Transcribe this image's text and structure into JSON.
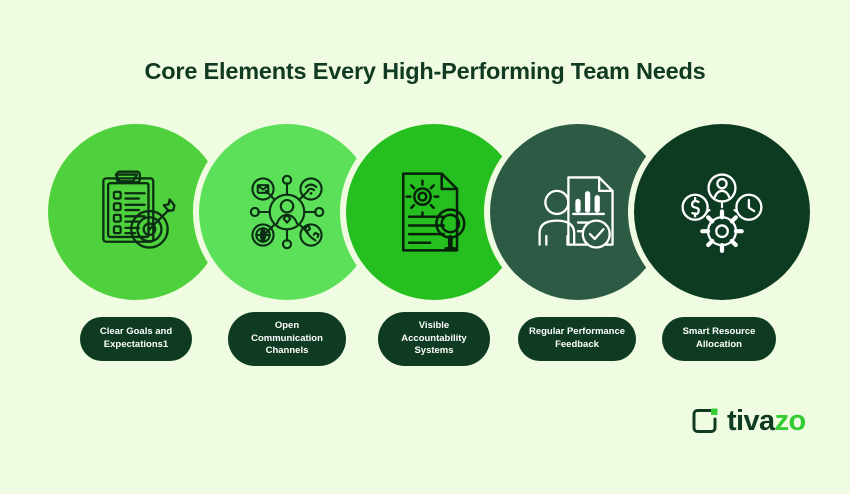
{
  "page": {
    "background_color": "#f0fce1",
    "title": "Core Elements Every High-Performing Team Needs"
  },
  "elements": [
    {
      "label": "Clear Goals and Expectations1",
      "icon": "clipboard-checklist-target-icon",
      "circle_color": "#4ed13c",
      "icon_color": "#0b2e13"
    },
    {
      "label": "Open Communication Channels",
      "icon": "communication-network-icon",
      "circle_color": "#5de059",
      "icon_color": "#0b2e13"
    },
    {
      "label": "Visible Accountability Systems",
      "icon": "document-gear-magnifier-icon",
      "circle_color": "#25bf1f",
      "icon_color": "#06200a"
    },
    {
      "label": "Regular Performance Feedback",
      "icon": "person-report-check-icon",
      "circle_color": "#2c5a44",
      "icon_color": "#ffffff"
    },
    {
      "label": "Smart Resource Allocation",
      "icon": "resource-allocation-gear-icon",
      "circle_color": "#0d3b22",
      "icon_color": "#ffffff"
    }
  ],
  "logo": {
    "mark": "tivazo-bracket-mark",
    "text_primary": "tiva",
    "text_accent": "zo",
    "primary_color": "#0e3b22",
    "accent_color": "#33cc33"
  }
}
